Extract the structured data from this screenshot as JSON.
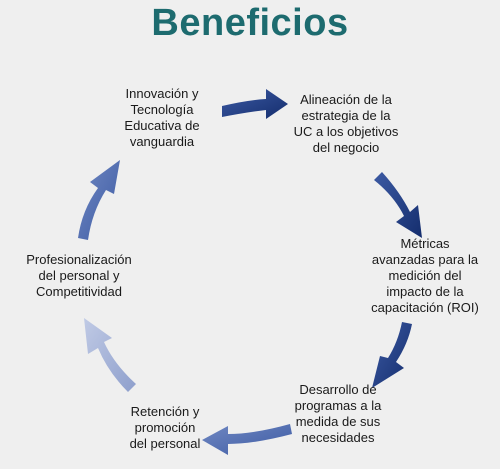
{
  "title": "Beneficios",
  "colors": {
    "title": "#1d6b6f",
    "arrow_dark": "#1f3c86",
    "arrow_mid": "#5b73b0",
    "arrow_light": "#a9b5d6"
  },
  "nodes": [
    {
      "id": "innovacion",
      "label": "Innovación y\nTecnología\nEducativa de\nvanguardia"
    },
    {
      "id": "alineacion",
      "label": "Alineación de la\nestrategia de la\nUC a los objetivos\ndel negocio"
    },
    {
      "id": "metricas",
      "label": "Métricas\navanzadas para la\nmedición del\nimpacto de la\ncapacitación (ROI)"
    },
    {
      "id": "desarrollo",
      "label": "Desarrollo de\nprogramas a la\nmedida de sus\nnecesidades"
    },
    {
      "id": "retencion",
      "label": "Retención y\npromoción\ndel personal"
    },
    {
      "id": "profesionalizacion",
      "label": "Profesionalización\ndel personal y\nCompetitividad"
    }
  ]
}
